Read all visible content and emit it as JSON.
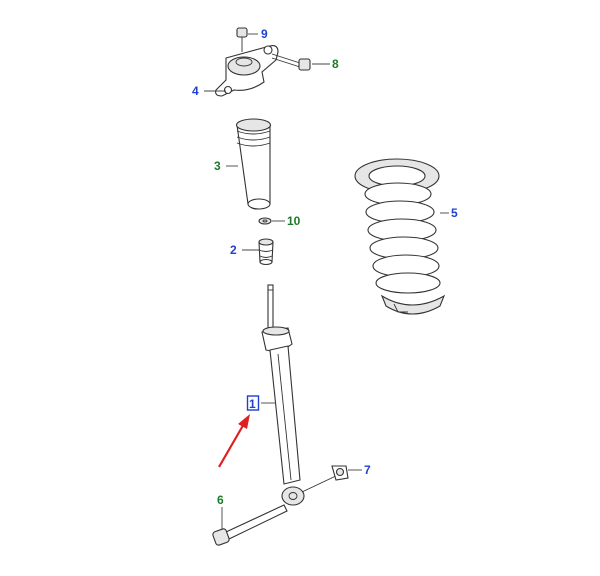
{
  "callouts": [
    {
      "id": "1",
      "color": "#1f3fd1",
      "highlighted": true
    },
    {
      "id": "2",
      "color": "#1f3fd1"
    },
    {
      "id": "3",
      "color": "#1c7a2a"
    },
    {
      "id": "4",
      "color": "#1f3fd1"
    },
    {
      "id": "5",
      "color": "#1f3fd1"
    },
    {
      "id": "6",
      "color": "#1c7a2a"
    },
    {
      "id": "7",
      "color": "#1f3fd1"
    },
    {
      "id": "8",
      "color": "#1c7a2a"
    },
    {
      "id": "9",
      "color": "#1f3fd1"
    },
    {
      "id": "10",
      "color": "#1c7a2a"
    }
  ],
  "arrow_color": "#e02020",
  "highlight_color": "#1f3fd1"
}
